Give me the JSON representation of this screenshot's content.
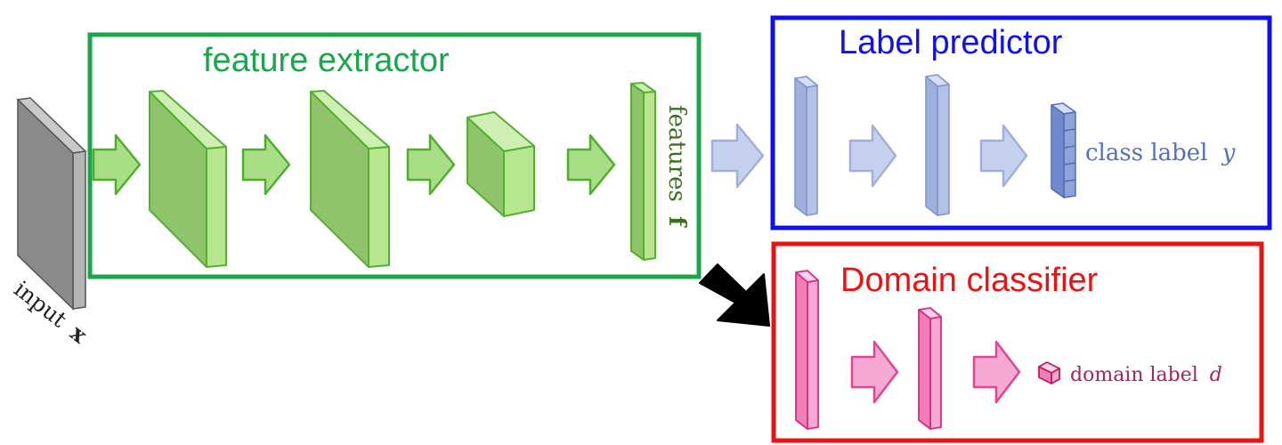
{
  "sections": {
    "feature_extractor": {
      "label": "feature extractor",
      "color": "#1aa64b"
    },
    "label_predictor": {
      "label": "Label predictor",
      "color": "#1010ee"
    },
    "domain_classifier": {
      "label": "Domain classifier",
      "color": "#ee1111"
    }
  },
  "texts": {
    "input": "input",
    "input_symbol": "x",
    "features": "features",
    "features_symbol": "f",
    "class_label": "class label",
    "class_label_symbol": "y",
    "domain_label": "domain label",
    "domain_label_symbol": "d"
  },
  "colors": {
    "input_layer": "#8a8a8a",
    "feature_layers": "#9bd774",
    "label_layers": "#9fb0dc",
    "domain_layers": "#f07fb8",
    "connector_arrow": "#000000"
  }
}
